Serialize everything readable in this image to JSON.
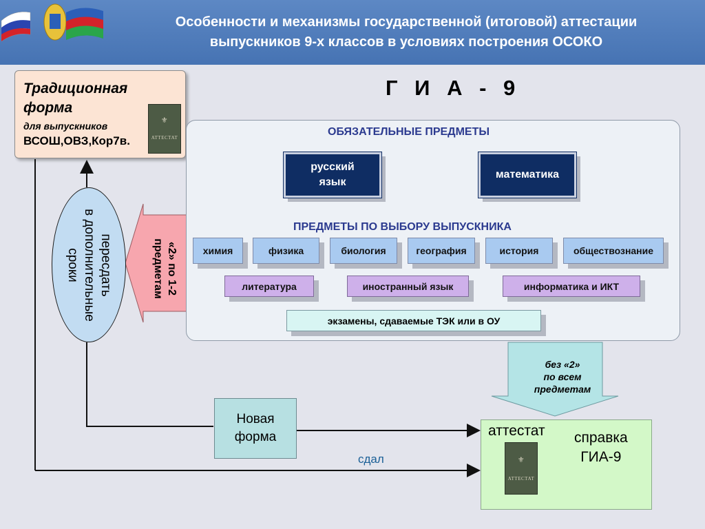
{
  "header": {
    "title_line1": "Особенности и механизмы государственной (итоговой) аттестации",
    "title_line2": "выпускников 9-х классов в условиях построения ОСОКО"
  },
  "traditional": {
    "line1": "Традиционная",
    "line2": "форма",
    "line3": "для выпускников",
    "line4": "ВСОШ,ОВЗ,Кор7в."
  },
  "attestat_doc": {
    "label": "АТТЕСТАТ"
  },
  "gia_title": "Г И А - 9",
  "panel": {
    "mandatory_title": "ОБЯЗАТЕЛЬНЫЕ ПРЕДМЕТЫ",
    "mandatory": [
      {
        "line1": "русский",
        "line2": "язык"
      },
      {
        "line1": "математика",
        "line2": ""
      }
    ],
    "elective_title": "ПРЕДМЕТЫ ПО ВЫБОРУ  ВЫПУСКНИКА",
    "electives_row1": [
      "химия",
      "физика",
      "биология",
      "география",
      "история",
      "обществознание"
    ],
    "electives_row2": [
      "литература",
      "иностранный язык",
      "информатика и ИКТ"
    ],
    "tek_note": "экзамены, сдаваемые ТЭК или в ОУ"
  },
  "retake_oval": {
    "line1": "пересдать",
    "line2": "в дополнительные",
    "line3": "сроки"
  },
  "left_arrow": {
    "line1": "«2» по 1-2",
    "line2": "предметам"
  },
  "down_arrow": {
    "line1": "без «2»",
    "line2": "по всем",
    "line3": "предметам"
  },
  "new_form": {
    "line1": "Новая",
    "line2": "форма"
  },
  "result": {
    "attestat": "аттестат",
    "cert_line1": "справка",
    "cert_line2": "ГИА-9"
  },
  "passed_label": "сдал",
  "colors": {
    "header": "#4f7cbc",
    "mandatory_box": "#0f2d63",
    "elective_box": "#a9caf0",
    "extra_elective_box": "#ceb0ea",
    "left_arrow": "#f7a6ae",
    "down_arrow": "#b4e4e6",
    "result_box": "#d3f8c8"
  }
}
